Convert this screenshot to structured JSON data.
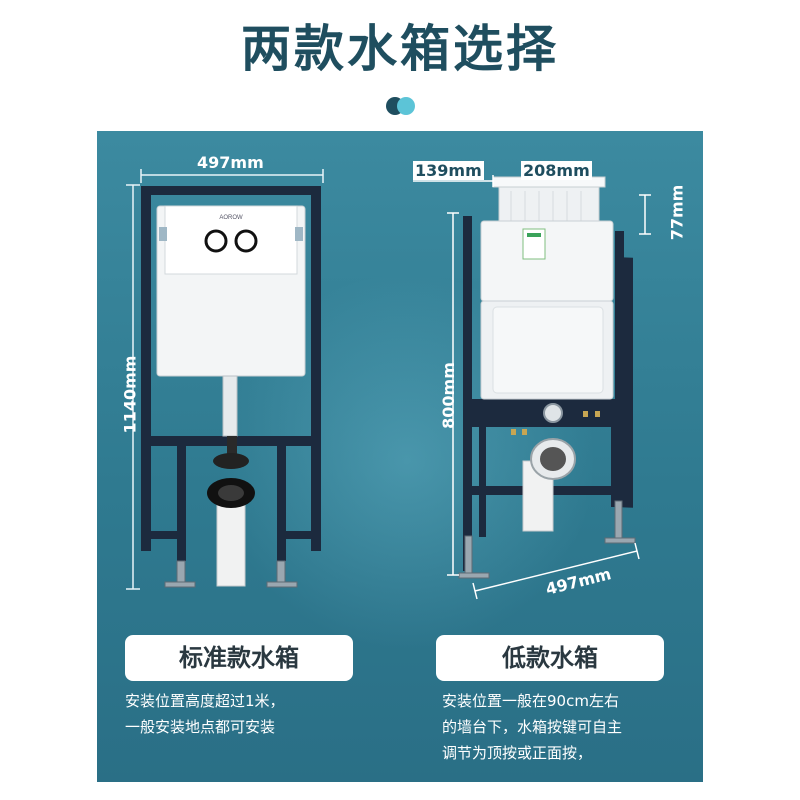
{
  "title": "两款水箱选择",
  "colors": {
    "brand_dark": "#1f4e5f",
    "accent": "#5cc4d7",
    "panel": "#337f95"
  },
  "left": {
    "width_label": "497mm",
    "height_label": "1140mm",
    "button_brand": "AOROW",
    "name": "标准款水箱",
    "desc_line1": "安装位置高度超过1米，",
    "desc_line2": "一般安装地点都可安装"
  },
  "right": {
    "depth_label": "139mm",
    "top_width_label": "208mm",
    "top_height_label": "77mm",
    "height_label": "800mm",
    "width_label": "497mm",
    "name": "低款水箱",
    "desc_line1": "安装位置一般在90cm左右",
    "desc_line2": "的墙台下，水箱按键可自主",
    "desc_line3": "调节为顶按或正面按，"
  }
}
